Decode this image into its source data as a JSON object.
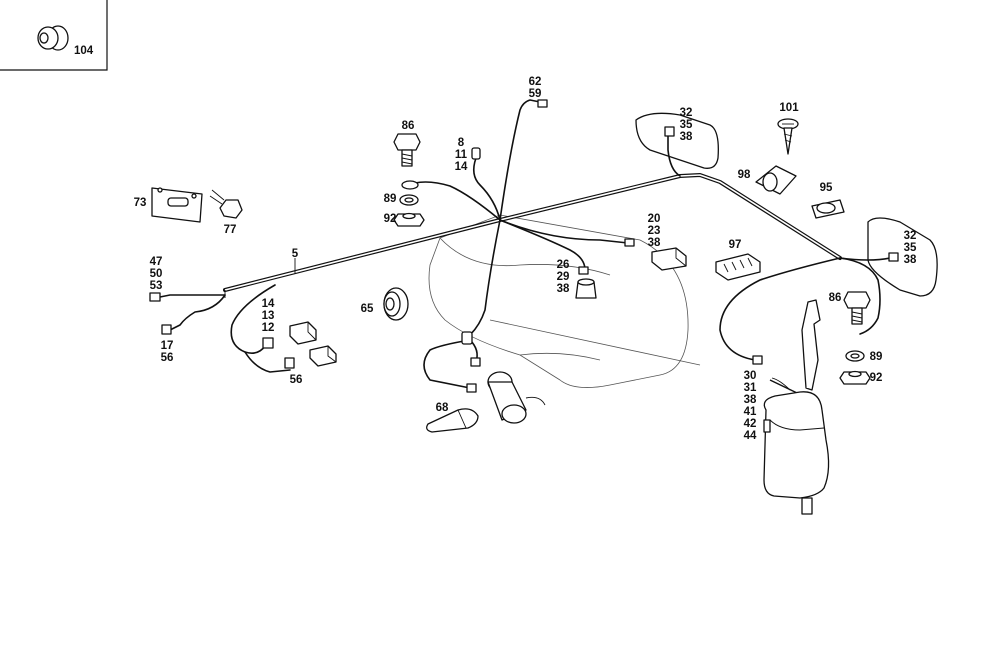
{
  "inset": {
    "label": "104"
  },
  "callouts": [
    {
      "lines": [
        "62",
        "59"
      ]
    },
    {
      "lines": [
        "86"
      ]
    },
    {
      "lines": [
        "8",
        "11",
        "14"
      ]
    },
    {
      "lines": [
        "89"
      ]
    },
    {
      "lines": [
        "92"
      ]
    },
    {
      "lines": [
        "73"
      ]
    },
    {
      "lines": [
        "77"
      ]
    },
    {
      "lines": [
        "5"
      ]
    },
    {
      "lines": [
        "47",
        "50",
        "53"
      ]
    },
    {
      "lines": [
        "14",
        "13",
        "12"
      ]
    },
    {
      "lines": [
        "17",
        "56"
      ]
    },
    {
      "lines": [
        "56"
      ]
    },
    {
      "lines": [
        "65"
      ]
    },
    {
      "lines": [
        "68"
      ]
    },
    {
      "lines": [
        "26",
        "29",
        "38"
      ]
    },
    {
      "lines": [
        "20",
        "23",
        "38"
      ]
    },
    {
      "lines": [
        "97"
      ]
    },
    {
      "lines": [
        "32",
        "35",
        "38"
      ]
    },
    {
      "lines": [
        "101"
      ]
    },
    {
      "lines": [
        "98"
      ]
    },
    {
      "lines": [
        "95"
      ]
    },
    {
      "lines": [
        "32",
        "35",
        "38"
      ]
    },
    {
      "lines": [
        "86"
      ]
    },
    {
      "lines": [
        "89"
      ]
    },
    {
      "lines": [
        "92"
      ]
    },
    {
      "lines": [
        "30",
        "31",
        "38",
        "41",
        "42",
        "44"
      ]
    }
  ]
}
